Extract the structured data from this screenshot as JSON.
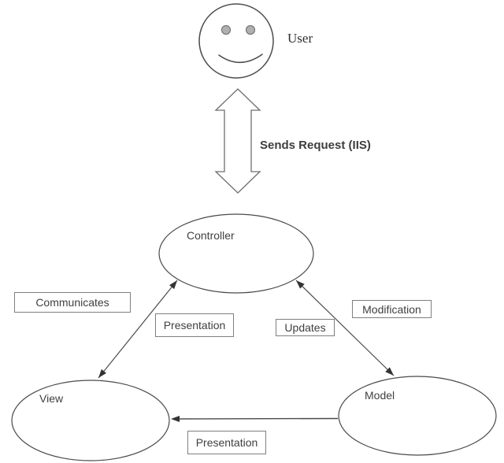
{
  "diagram": {
    "user_label": "User",
    "request_label": "Sends Request (IIS)",
    "nodes": [
      {
        "id": "controller",
        "label": "Controller"
      },
      {
        "id": "view",
        "label": "View"
      },
      {
        "id": "model",
        "label": "Model"
      }
    ],
    "edge_labels": [
      {
        "id": "communicates",
        "label": "Communicates"
      },
      {
        "id": "presentation-upper",
        "label": "Presentation"
      },
      {
        "id": "updates",
        "label": "Updates"
      },
      {
        "id": "modification",
        "label": "Modification"
      },
      {
        "id": "presentation-lower",
        "label": "Presentation"
      }
    ],
    "colors": {
      "background": "#ffffff",
      "line": "#4a4a4a",
      "arrowhead": "#333333",
      "text": "#3f3f3f",
      "box_border": "#7f7f7f",
      "eye_fill": "#b0b0b0",
      "block_arrow_stroke": "#6e6e6e"
    }
  }
}
